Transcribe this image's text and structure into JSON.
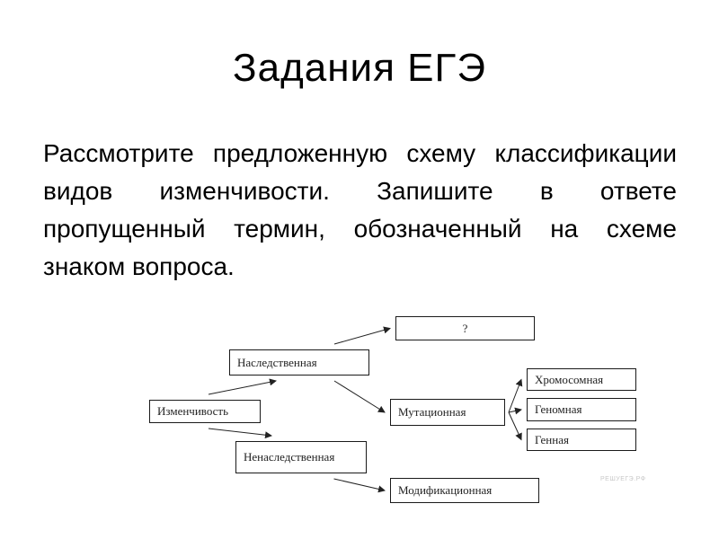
{
  "slide": {
    "title": "Задания ЕГЭ",
    "body": "Рассмотрите предложенную схему классификации видов изменчивости. Запишите в ответе пропущенный термин, обозначенный на схеме знаком вопроса."
  },
  "diagram": {
    "nodes": {
      "variability": "Изменчивость",
      "hereditary": "Наследственная",
      "unknown": "?",
      "non_hereditary": "Ненаследственная",
      "mutational": "Мутационная",
      "chromosomal": "Хромосомная",
      "genomic": "Геномная",
      "gene": "Генная",
      "modification": "Модификационная"
    },
    "edges": [
      [
        "variability",
        "hereditary"
      ],
      [
        "variability",
        "non_hereditary"
      ],
      [
        "hereditary",
        "unknown"
      ],
      [
        "hereditary",
        "mutational"
      ],
      [
        "non_hereditary",
        "modification"
      ],
      [
        "mutational",
        "chromosomal"
      ],
      [
        "mutational",
        "genomic"
      ],
      [
        "mutational",
        "gene"
      ]
    ]
  },
  "watermark": "РЕШУЕГЭ.РФ",
  "colors": {
    "text": "#000000",
    "box_border": "#1a1a1a",
    "arrow": "#222222",
    "background": "#ffffff"
  }
}
